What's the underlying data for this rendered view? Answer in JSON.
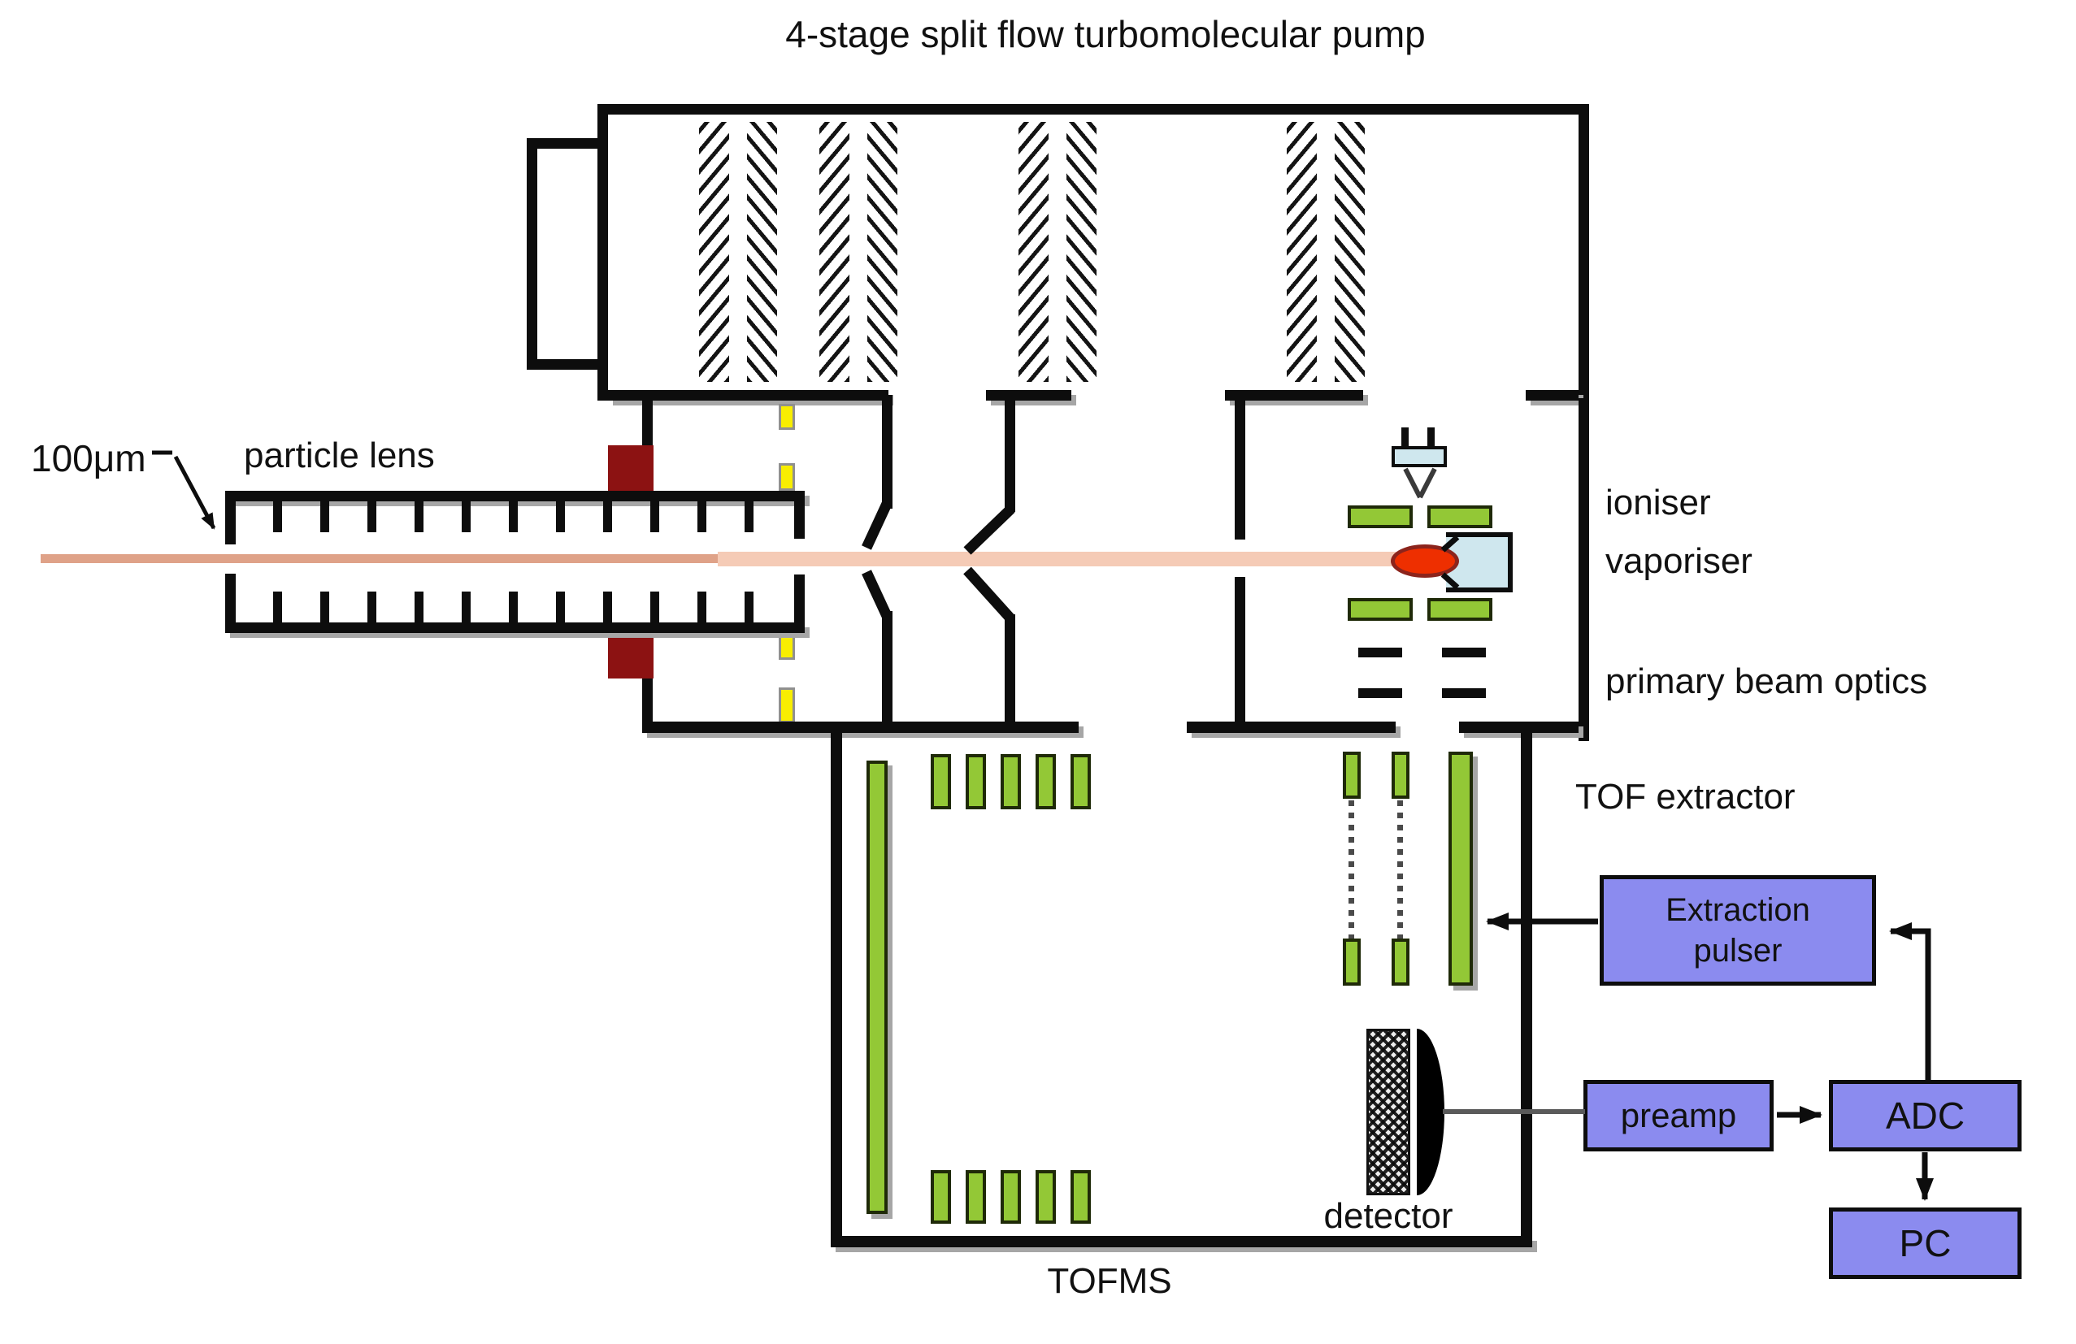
{
  "title": "4-stage split flow turbomolecular pump",
  "labels": {
    "orifice": "100μm",
    "particle_lens": "particle lens",
    "ioniser": "ioniser",
    "vaporiser": "vaporiser",
    "primary_beam_optics": "primary beam optics",
    "tof_extractor": "TOF extractor",
    "detector": "detector",
    "tofms": "TOFMS"
  },
  "boxes": {
    "extraction_pulser": [
      "Extraction",
      "pulser"
    ],
    "preamp": "preamp",
    "adc": "ADC",
    "pc": "PC"
  },
  "colors": {
    "wall": "#0d0d0d",
    "shadow": "#a6a6a6",
    "beam_thin": "#dfa288",
    "beam_thick": "#f5cbb6",
    "yellow": "#f8ee00",
    "maroon": "#8c1212",
    "green": "#93c836",
    "blue_pale": "#cfe7ee",
    "red_plume": "#ee2f00",
    "purple": "#8b8bef",
    "signal_gray": "#5a5a5a"
  }
}
